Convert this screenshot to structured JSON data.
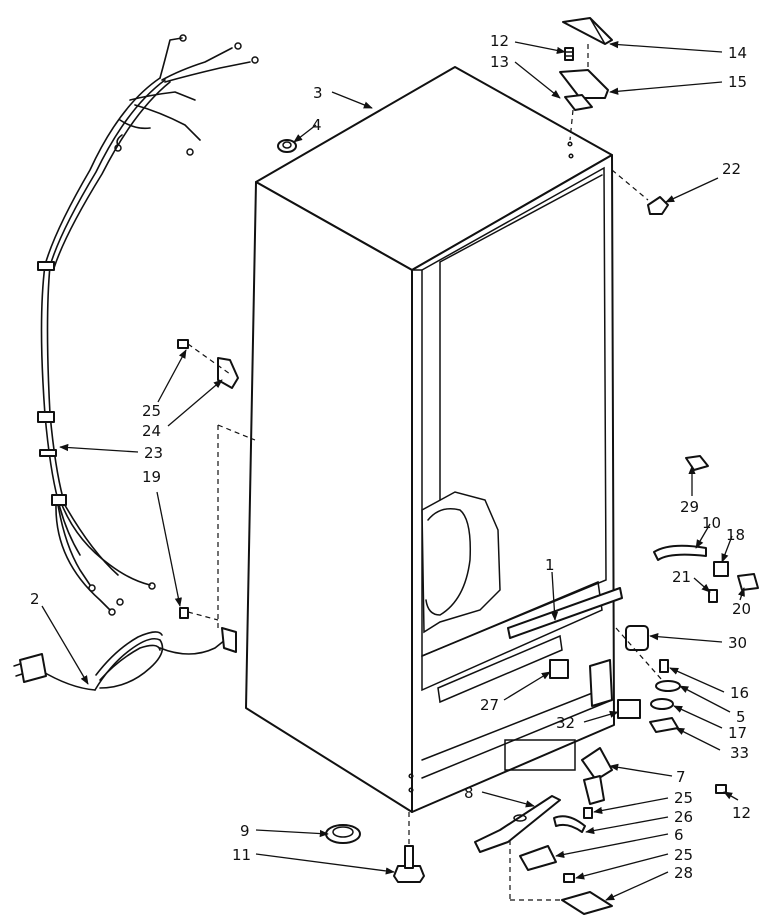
{
  "callouts": [
    {
      "id": "c-1",
      "label": "1"
    },
    {
      "id": "c-2",
      "label": "2"
    },
    {
      "id": "c-3",
      "label": "3"
    },
    {
      "id": "c-4",
      "label": "4"
    },
    {
      "id": "c-5",
      "label": "5"
    },
    {
      "id": "c-6",
      "label": "6"
    },
    {
      "id": "c-7",
      "label": "7"
    },
    {
      "id": "c-8",
      "label": "8"
    },
    {
      "id": "c-9",
      "label": "9"
    },
    {
      "id": "c-10",
      "label": "10"
    },
    {
      "id": "c-11",
      "label": "11"
    },
    {
      "id": "c-12a",
      "label": "12"
    },
    {
      "id": "c-12b",
      "label": "12"
    },
    {
      "id": "c-13",
      "label": "13"
    },
    {
      "id": "c-14",
      "label": "14"
    },
    {
      "id": "c-15",
      "label": "15"
    },
    {
      "id": "c-16",
      "label": "16"
    },
    {
      "id": "c-17",
      "label": "17"
    },
    {
      "id": "c-18",
      "label": "18"
    },
    {
      "id": "c-19",
      "label": "19"
    },
    {
      "id": "c-20",
      "label": "20"
    },
    {
      "id": "c-21",
      "label": "21"
    },
    {
      "id": "c-22",
      "label": "22"
    },
    {
      "id": "c-23",
      "label": "23"
    },
    {
      "id": "c-24",
      "label": "24"
    },
    {
      "id": "c-25a",
      "label": "25"
    },
    {
      "id": "c-25b",
      "label": "25"
    },
    {
      "id": "c-25c",
      "label": "25"
    },
    {
      "id": "c-26",
      "label": "26"
    },
    {
      "id": "c-27",
      "label": "27"
    },
    {
      "id": "c-28",
      "label": "28"
    },
    {
      "id": "c-29",
      "label": "29"
    },
    {
      "id": "c-30",
      "label": "30"
    },
    {
      "id": "c-32",
      "label": "32"
    },
    {
      "id": "c-33",
      "label": "33"
    }
  ]
}
